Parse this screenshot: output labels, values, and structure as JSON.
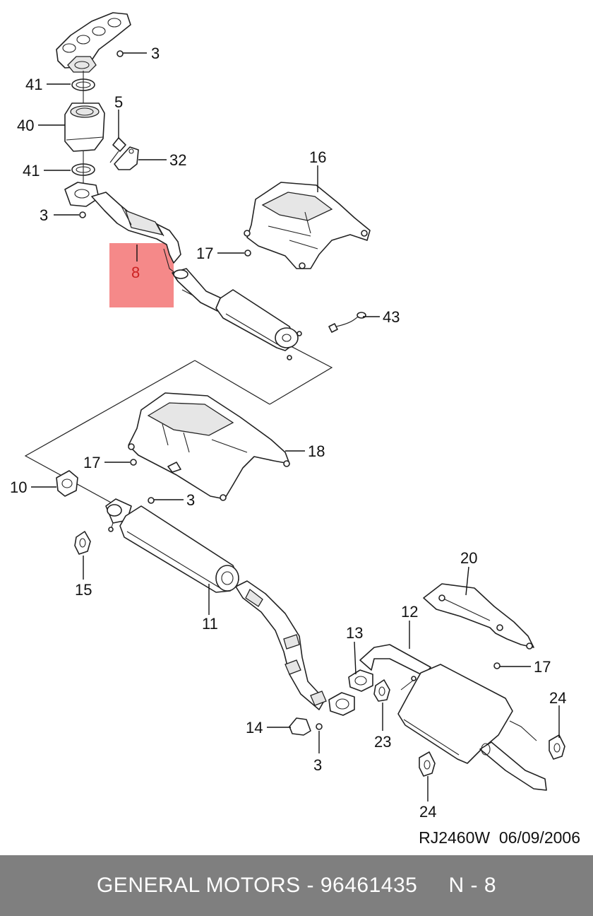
{
  "diagram": {
    "callouts": {
      "c3_top": "3",
      "c41_top": "41",
      "c5": "5",
      "c40": "40",
      "c32": "32",
      "c41_mid": "41",
      "c3_left": "3",
      "c16": "16",
      "c17_upper": "17",
      "c8": "8",
      "c43": "43",
      "c17_mid": "17",
      "c18": "18",
      "c10": "10",
      "c3_mid": "3",
      "c15": "15",
      "c11": "11",
      "c20": "20",
      "c12": "12",
      "c13": "13",
      "c17_lower": "17",
      "c24_right": "24",
      "c23": "23",
      "c14": "14",
      "c3_bottom": "3",
      "c24_bottom": "24"
    },
    "highlight_color": "#f47c7c",
    "highlight_label_color": "#cc2222",
    "stamp": "RJ2460W  06/09/2006"
  },
  "footer": {
    "text": "GENERAL MOTORS - 96461435     N - 8"
  }
}
